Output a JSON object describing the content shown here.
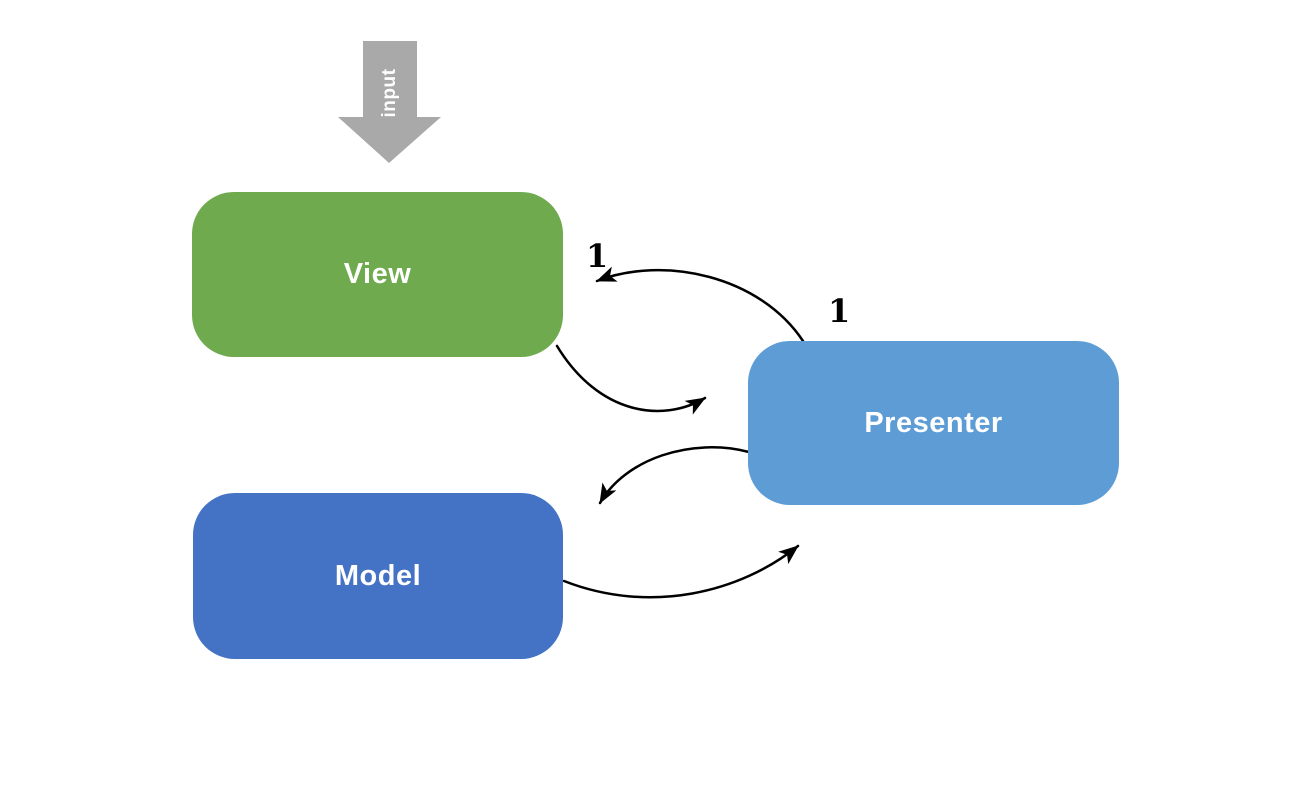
{
  "colors": {
    "background": "#ffffff",
    "connector": "#000000",
    "input_arrow": "#a9a9a9",
    "node_label_text": "#ffffff",
    "multiplicity_text": "#000000"
  },
  "input_arrow": {
    "label": "input"
  },
  "nodes": [
    {
      "id": "view",
      "label": "View",
      "color": "#6faa4e"
    },
    {
      "id": "presenter",
      "label": "Presenter",
      "color": "#5d9cd5"
    },
    {
      "id": "model",
      "label": "Model",
      "color": "#4472c4"
    }
  ],
  "edges": [
    {
      "from": "presenter",
      "to": "view",
      "label": "1",
      "description": "curved arrow from Presenter top to View right side"
    },
    {
      "from": "view",
      "to": "presenter",
      "label": "1",
      "description": "curved arrow from View bottom-right toward Presenter left side"
    },
    {
      "from": "presenter",
      "to": "model",
      "label": "",
      "description": "curved arrow from Presenter left side toward Model top-right"
    },
    {
      "from": "model",
      "to": "presenter",
      "label": "",
      "description": "curved arrow from Model right side toward Presenter bottom-left"
    }
  ]
}
